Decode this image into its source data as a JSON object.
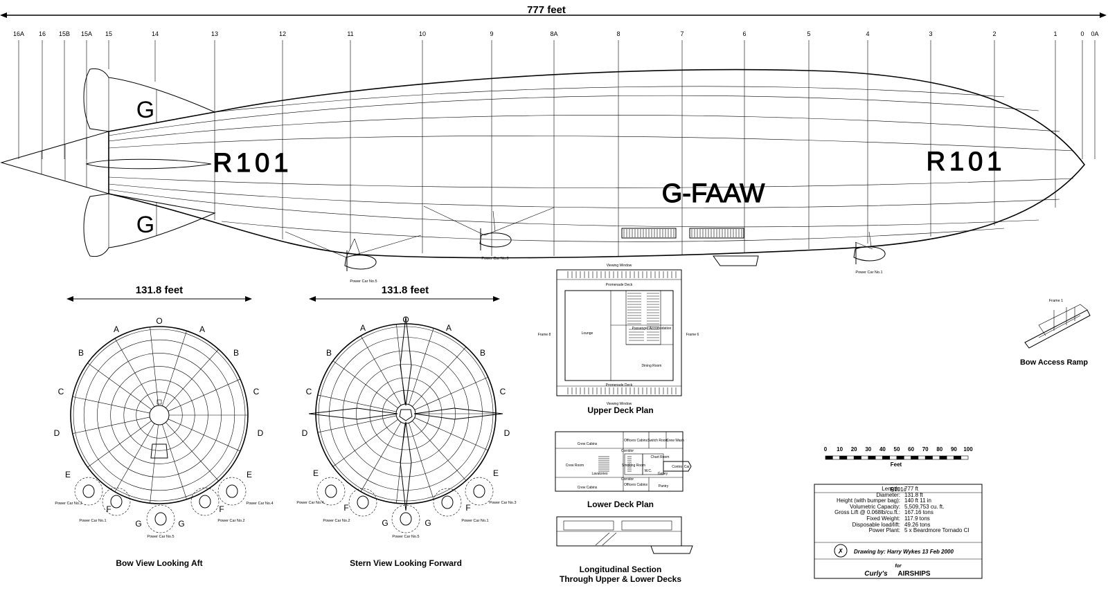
{
  "overall_length_label": "777 feet",
  "frames": [
    "16A",
    "16",
    "15B",
    "15A",
    "15",
    "14",
    "13",
    "12",
    "11",
    "10",
    "9",
    "8A",
    "8",
    "7",
    "6",
    "5",
    "4",
    "3",
    "2",
    "1",
    "0",
    "0A"
  ],
  "hull_markings": {
    "name_left": "R101",
    "name_right": "R101",
    "registration": "G-FAAW",
    "fin_letter_upper": "G",
    "fin_letter_lower": "G"
  },
  "power_cars_side": [
    "Power Car No.5",
    "Power Car No.3",
    "Power Car No.1"
  ],
  "bow_view": {
    "width_label": "131.8 feet",
    "title": "Bow View Looking Aft",
    "ring_letters_left": [
      "A",
      "B",
      "C",
      "D",
      "E"
    ],
    "ring_letters_right": [
      "A",
      "B",
      "C",
      "D",
      "E"
    ],
    "top_letter": "O",
    "bottom_letters": [
      "F",
      "F",
      "G",
      "G"
    ],
    "power_cars": [
      "Power Car No.3",
      "Power Car No.4",
      "Power Car No.1",
      "Power Car No.2",
      "Power Car No.5"
    ]
  },
  "stern_view": {
    "width_label": "131.8 feet",
    "title": "Stern View Looking Forward",
    "ring_letters_left": [
      "A",
      "B",
      "C",
      "D",
      "E"
    ],
    "ring_letters_right": [
      "A",
      "B",
      "C",
      "D",
      "E"
    ],
    "top_letter": "O",
    "bottom_letters": [
      "F",
      "F",
      "G",
      "G"
    ],
    "power_cars": [
      "Power Car No.4",
      "Power Car No.3",
      "Power Car No.2",
      "Power Car No.1",
      "Power Car No.5"
    ]
  },
  "upper_deck": {
    "title": "Upper Deck Plan",
    "labels": {
      "viewing_top": "Viewing Window",
      "promenade_top": "Promenade Deck",
      "lounge": "Lounge",
      "passenger": "Passenger Accomodation",
      "dining": "Dining Room",
      "promenade_bottom": "Promenade Deck",
      "viewing_bottom": "Viewing Window",
      "frame8": "Frame 8",
      "frame6": "Frame 6"
    }
  },
  "lower_deck": {
    "title": "Lower Deck Plan",
    "labels": {
      "crew_cabins_top": "Crew Cabins",
      "officers_top": "Officers Cabins",
      "switch_room": "Switch Room",
      "crew_wash": "Crew Wash",
      "corridor_top": "Corridor",
      "chart_room": "Chart Room",
      "crew_room": "Crew Room",
      "lavatories": "Lavatories",
      "smoking_room": "Smoking Room",
      "wc": "W.C.",
      "galley": "Galley",
      "control_car": "Control Car",
      "corridor_bottom": "Corridor",
      "crew_cabins_bottom": "Crew Cabins",
      "officers_bottom": "Officers Cabins",
      "pantry": "Pantry"
    }
  },
  "long_section": {
    "title_line1": "Longitudinal Section",
    "title_line2": "Through Upper & Lower Decks"
  },
  "bow_ramp": {
    "title": "Bow Access Ramp",
    "frame_label": "Frame 1"
  },
  "scale_bar": {
    "ticks": [
      "0",
      "10",
      "20",
      "30",
      "40",
      "50",
      "60",
      "70",
      "80",
      "90",
      "100"
    ],
    "unit": "Feet"
  },
  "specs": {
    "title": "R101c",
    "rows": [
      {
        "k": "Length:",
        "v": "777 ft"
      },
      {
        "k": "Diameter:",
        "v": "131.8 ft"
      },
      {
        "k": "Height (with bumper bag):",
        "v": "140 ft 11 in"
      },
      {
        "k": "Volumetric Capacity:",
        "v": "5,509,753 cu. ft."
      },
      {
        "k": "Gross Lift @ 0.068lb/cu.ft.:",
        "v": "167.16 tons"
      },
      {
        "k": "Fixed Weight:",
        "v": "117.9 tons"
      },
      {
        "k": "Disposable load/lift:",
        "v": "49.26 tons"
      },
      {
        "k": "Power Plant:",
        "v": "5 x Beardmore Tornado CI"
      }
    ],
    "drawing_credit": "Drawing by: Harry Wykes   13 Feb 2000",
    "for_label": "for",
    "brand_prefix": "Curly's",
    "brand_name": "AIRSHIPS"
  }
}
